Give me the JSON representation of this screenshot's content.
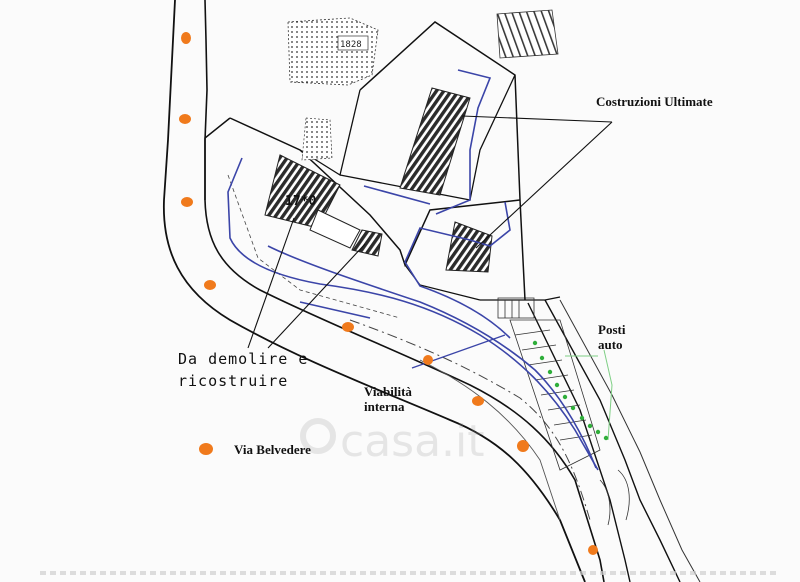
{
  "labels": {
    "costruzioni_ultimate": "Costruzioni Ultimate",
    "posti_auto_line1": "Posti",
    "posti_auto_line2": "auto",
    "da_demolire_line1": "Da demolire e",
    "da_demolire_line2": "ricostruire",
    "viabilita_line1": "Viabilità",
    "viabilita_line2": "interna",
    "via_belvedere": "Via Belvedere"
  },
  "watermark": {
    "text": "casa.it"
  },
  "colors": {
    "background": "#fbfbfb",
    "road_lines": "#111111",
    "internal_road": "#3b45a8",
    "belvedere_marker": "#f07a1c",
    "parking_marker": "#2fae3a",
    "leader_lines": "#111111",
    "parking_leader": "#7fcf85",
    "hatched_building": "#2b2b2b"
  },
  "icons": {
    "via_belvedere_marker": "orange-dot-icon",
    "parking_space_marker": "green-dot-icon"
  }
}
